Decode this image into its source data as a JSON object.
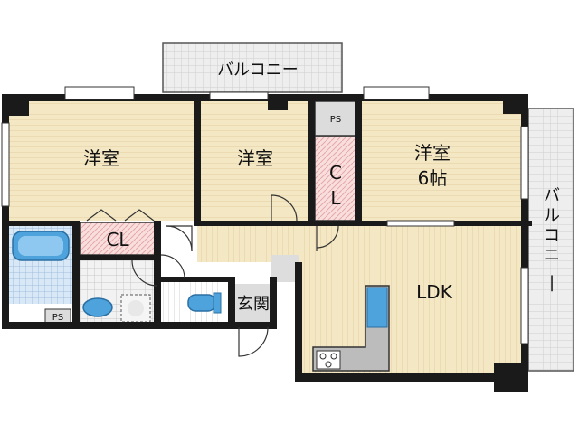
{
  "plan": {
    "balcony_top": "バルコニー",
    "balcony_right": "バルコニー",
    "room_west": "洋室",
    "room_center": "洋室",
    "room_east": "洋室",
    "room_east_size": "6帖",
    "closet_west": "CL",
    "closet_center_top": "C",
    "closet_center_bottom": "L",
    "ps_top": "PS",
    "ps_bottom": "PS",
    "ldk": "LDK",
    "entrance": "玄関"
  },
  "colors": {
    "room_floor": "#f4e7c4",
    "wall": "#1a1a1a",
    "closet": "#f7dada",
    "balcony": "#eaeaea",
    "bath": "#cfe3f5",
    "bath_tub": "#4fa3dc",
    "kitchen": "#bcbcbc",
    "ps_fill": "#dcdcdc"
  }
}
